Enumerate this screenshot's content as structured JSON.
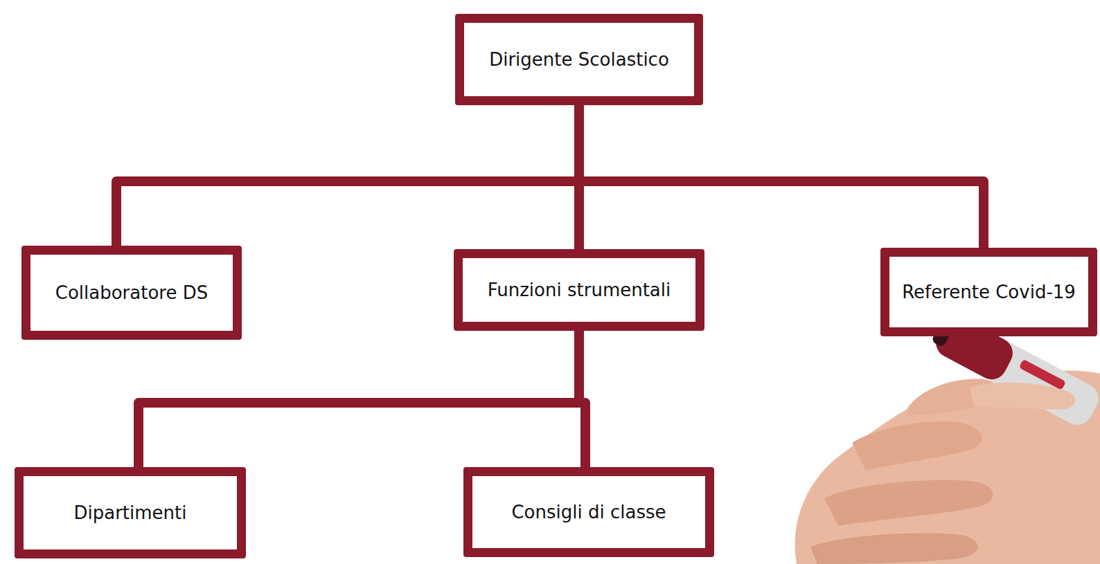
{
  "diagram": {
    "nodes": [
      {
        "text": [
          "Dirigente Scolastico"
        ]
      },
      {
        "text": [
          "Collaboratore DS"
        ]
      },
      {
        "text": [
          "Funzioni strumentali"
        ]
      },
      {
        "text": [
          "Referente Covid-19"
        ]
      },
      {
        "text": [
          "Dipartimenti"
        ]
      },
      {
        "text": [
          "Consigli di classe"
        ]
      }
    ],
    "edges": [
      {
        "from": 0,
        "to": 1,
        "arrow": "none"
      },
      {
        "from": 0,
        "to": 2,
        "arrow": "none"
      },
      {
        "from": 0,
        "to": 3,
        "arrow": "none"
      },
      {
        "from": 2,
        "to": 4,
        "arrow": "none"
      },
      {
        "from": 2,
        "to": 5,
        "arrow": "none"
      }
    ]
  }
}
